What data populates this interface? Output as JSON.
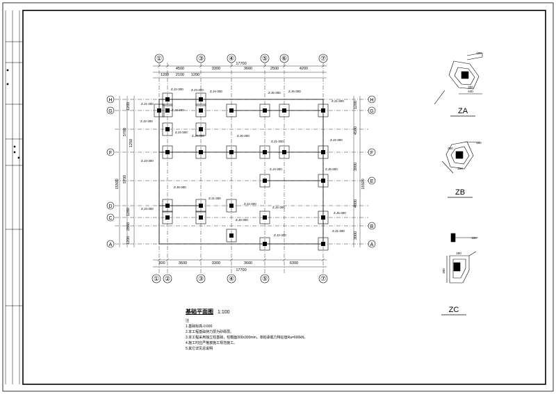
{
  "plan": {
    "title": "基础平面图",
    "scale": "1:100",
    "overall_width": "17700",
    "overall_depth": "15500",
    "top_axes": [
      "①",
      "③",
      "④",
      "⑤",
      "⑥",
      "⑦"
    ],
    "bottom_axes": [
      "①",
      "②",
      "③",
      "④",
      "⑤",
      "⑦"
    ],
    "row_axes": [
      "H",
      "G",
      "F",
      "E",
      "D",
      "C",
      "B",
      "A"
    ],
    "top_dims_row1": [
      "4500",
      "3300",
      "3600",
      "2500",
      "4200"
    ],
    "top_dims_row2": [
      "1200",
      "2100",
      "1200"
    ],
    "bottom_dims": [
      "300",
      "3600",
      "3300",
      "3600",
      "6300"
    ],
    "left_dims": [
      "1200",
      "5700",
      "1250",
      "5700",
      "1280",
      "2860",
      "1200"
    ],
    "right_dims": [
      "1200",
      "4500",
      "3900",
      "4800",
      "3000"
    ],
    "footing_labels": [
      "Z.J1-300",
      "Z.J2-300",
      "Z.J3-300",
      "Z.J4-300",
      "Z.J5-300",
      "Z.J6-300"
    ]
  },
  "notes": {
    "heading": "注",
    "items": [
      "1.基础标高-0.600",
      "2.本工程基础持力层为砂砾层。",
      "3.本工程采用独立柱基础，柱截面300x300mm，单桩承载力特征值Ra=600kN。",
      "4.施工时应严格按施工规范施工。",
      "5.其它详见总说明"
    ]
  },
  "details": [
    {
      "name": "ZA",
      "dims": [
        "300",
        "440",
        "100"
      ]
    },
    {
      "name": "ZB",
      "dims": [
        "300",
        "250",
        "100"
      ]
    },
    {
      "name": "ZC",
      "dims": [
        "300",
        "250",
        "100"
      ]
    }
  ]
}
